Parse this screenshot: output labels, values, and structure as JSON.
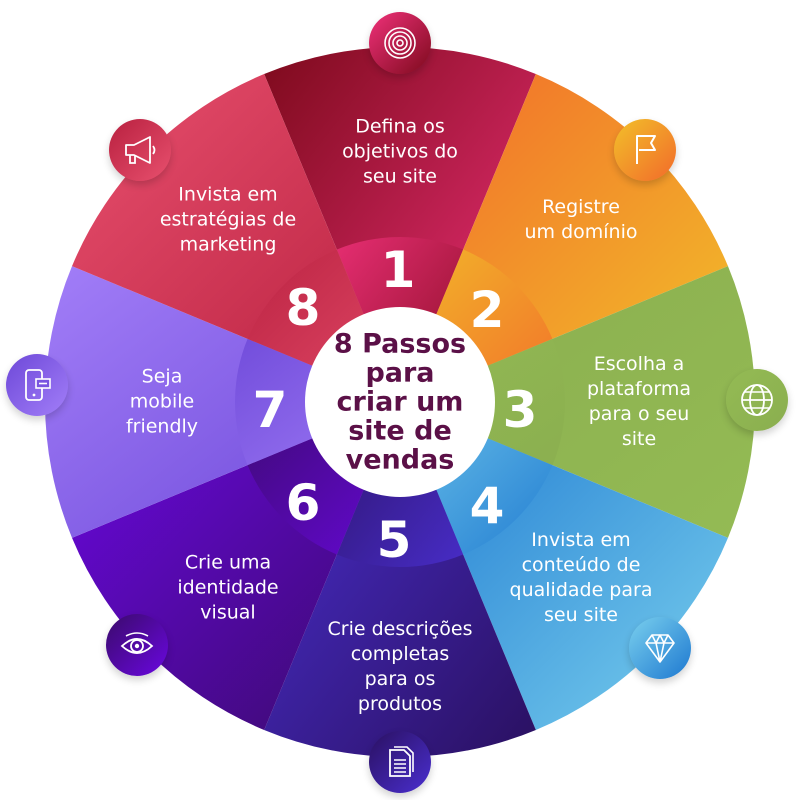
{
  "title": "8 Passos\npara\ncriar um\nsite de\nvendas",
  "steps": [
    {
      "number": "1",
      "label": "Defina os\nobjetivos do\nseu site",
      "icon": "target-icon",
      "color_a": "#7d0a1c",
      "color_b": "#f0317a"
    },
    {
      "number": "2",
      "label": "Registre\num domínio",
      "icon": "flag-icon",
      "color_a": "#f26a2a",
      "color_b": "#f2c02a"
    },
    {
      "number": "3",
      "label": "Escolha a\nplataforma\npara o seu\nsite",
      "icon": "globe-icon",
      "color_a": "#8aae4f",
      "color_b": "#94bb54"
    },
    {
      "number": "4",
      "label": "Invista em\nconteúdo de\nqualidade para\nseu site",
      "icon": "diamond-icon",
      "color_a": "#1d78d0",
      "color_b": "#7ad0ee"
    },
    {
      "number": "5",
      "label": "Crie descrições\ncompletas\npara os\nprodutos",
      "icon": "document-icon",
      "color_a": "#4a2fd0",
      "color_b": "#2a1060"
    },
    {
      "number": "6",
      "label": "Crie uma\nidentidade\nvisual",
      "icon": "eye-icon",
      "color_a": "#6a08e0",
      "color_b": "#3a0a6a"
    },
    {
      "number": "7",
      "label": "Seja\nmobile\nfriendly",
      "icon": "mobile-icon",
      "color_a": "#a27ef8",
      "color_b": "#6d48d8"
    },
    {
      "number": "8",
      "label": "Invista em\nestratégias de\nmarketing",
      "icon": "megaphone-icon",
      "color_a": "#e8506e",
      "color_b": "#b8203f"
    }
  ]
}
